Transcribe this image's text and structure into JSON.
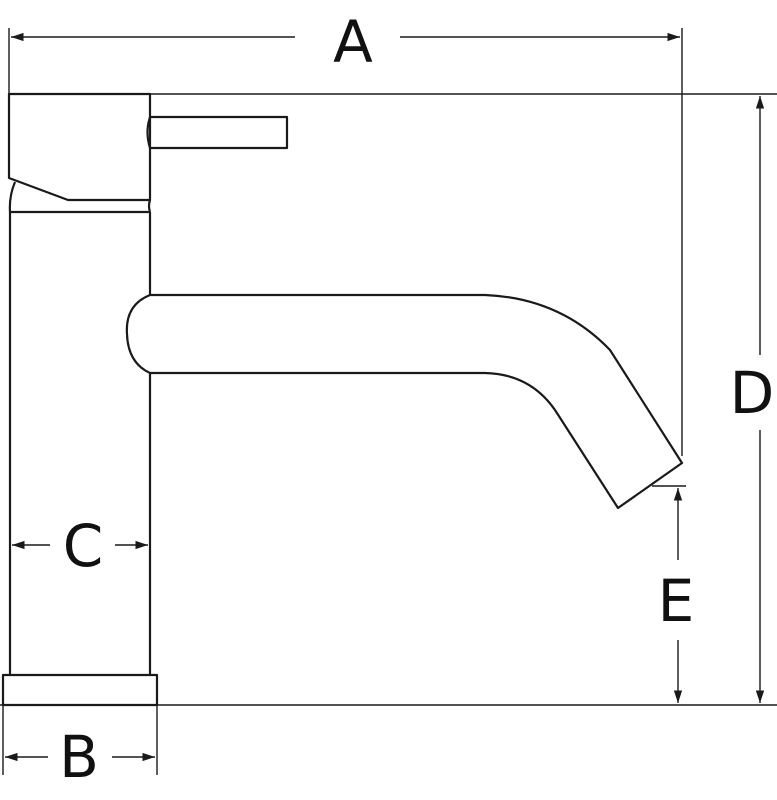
{
  "labels": {
    "a": "A",
    "b": "B",
    "c": "C",
    "d": "D",
    "e": "E"
  },
  "colors": {
    "line": "#1a1a1a",
    "background": "#ffffff"
  }
}
